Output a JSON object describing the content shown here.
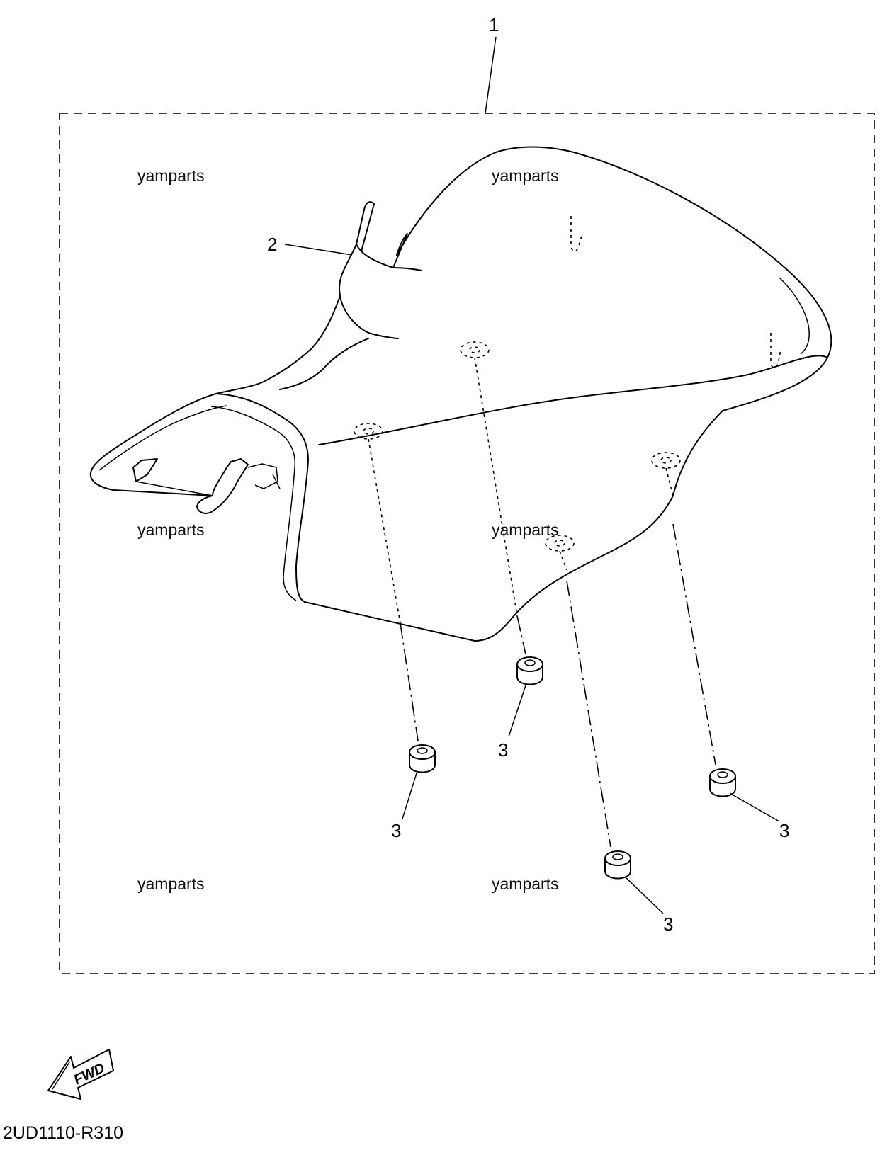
{
  "callouts": {
    "assembly": "1",
    "strap": "2",
    "damper_a": "3",
    "damper_b": "3",
    "damper_c": "3",
    "damper_d": "3"
  },
  "watermarks": [
    "yamparts",
    "yamparts",
    "yamparts",
    "yamparts",
    "yamparts",
    "yamparts"
  ],
  "fwd_label": "FWD",
  "diagram_code": "2UD1110-R310"
}
